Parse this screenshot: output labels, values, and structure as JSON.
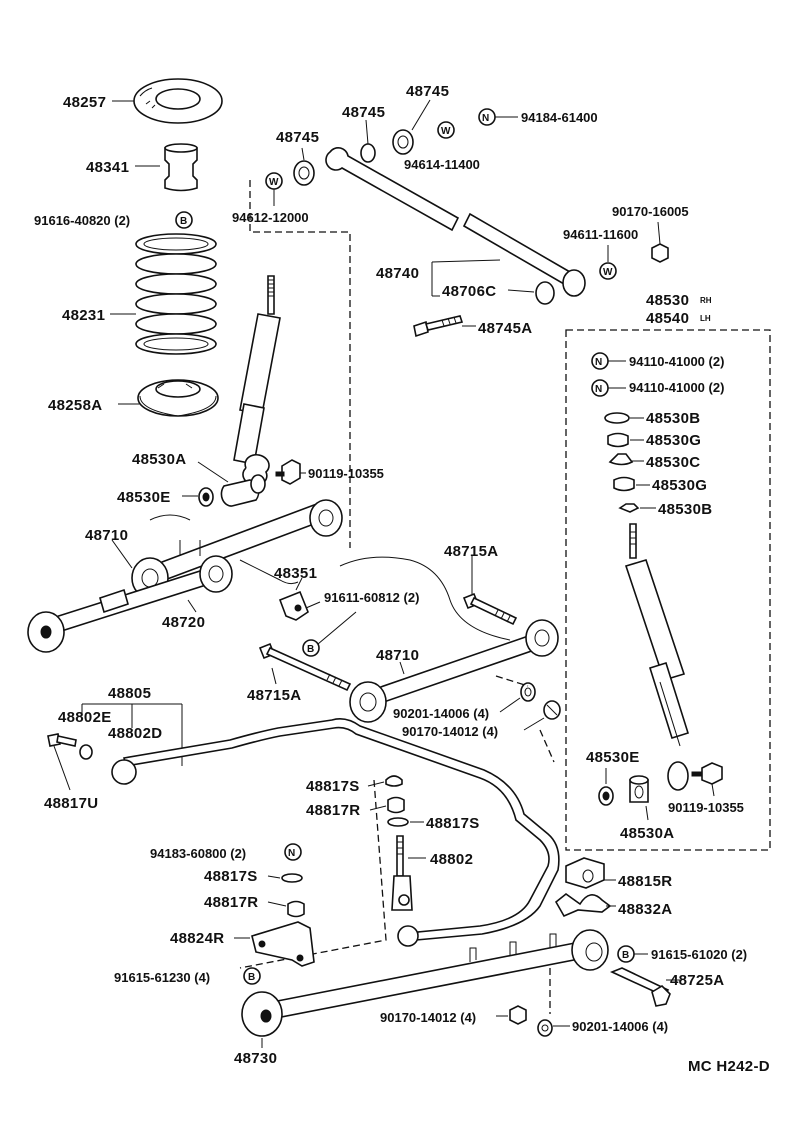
{
  "figure_code": "MC H242-D",
  "parts": {
    "p48257": "48257",
    "p48341": "48341",
    "p91616": "91616-40820 (2)",
    "p48231": "48231",
    "p48258A": "48258A",
    "p48745_a": "48745",
    "p48745_b": "48745",
    "p48745_c": "48745",
    "p94184": "94184-61400",
    "p94614": "94614-11400",
    "p94612": "94612-12000",
    "p90170_16005": "90170-16005",
    "p94611": "94611-11600",
    "p48740": "48740",
    "p48706C": "48706C",
    "p48745A": "48745A",
    "p48530_top": "48530",
    "p48540": "48540",
    "p48530_tag": "RH",
    "p48540_tag": "LH",
    "p94110_a": "94110-41000 (2)",
    "p94110_b": "94110-41000 (2)",
    "p48530B_a": "48530B",
    "p48530G_a": "48530G",
    "p48530C": "48530C",
    "p48530G_b": "48530G",
    "p48530B_b": "48530B",
    "p48530A_left": "48530A",
    "p90119_left": "90119-10355",
    "p48530E_left": "48530E",
    "p48710_left": "48710",
    "p48720": "48720",
    "p48351": "48351",
    "p91611": "91611-60812 (2)",
    "p48715A_top": "48715A",
    "p48710_mid": "48710",
    "p48715A_low": "48715A",
    "p90201_mid": "90201-14006 (4)",
    "p90170_mid": "90170-14012 (4)",
    "p48805": "48805",
    "p48802E": "48802E",
    "p48802D": "48802D",
    "p48817U": "48817U",
    "p48817S_a": "48817S",
    "p48817R_a": "48817R",
    "p48817S_b": "48817S",
    "p48802": "48802",
    "p94183": "94183-60800 (2)",
    "p48817S_c": "48817S",
    "p48817R_b": "48817R",
    "p48824R": "48824R",
    "p91615_61230": "91615-61230 (4)",
    "p48730": "48730",
    "p48530E_right": "48530E",
    "p48530A_right": "48530A",
    "p90119_right": "90119-10355",
    "p48815R": "48815R",
    "p48832A": "48832A",
    "p91615_61020": "91615-61020 (2)",
    "p48725A": "48725A",
    "p90170_low": "90170-14012 (4)",
    "p90201_low": "90201-14006 (4)"
  },
  "symbols": {
    "nut": "N",
    "washer": "W",
    "bolt": "B"
  },
  "icons": [
    "coil-spring-icon",
    "shock-absorber-icon",
    "stabilizer-bar-icon",
    "control-arm-icon",
    "bushing-icon",
    "nut-icon",
    "washer-icon",
    "bolt-icon",
    "bracket-icon"
  ]
}
